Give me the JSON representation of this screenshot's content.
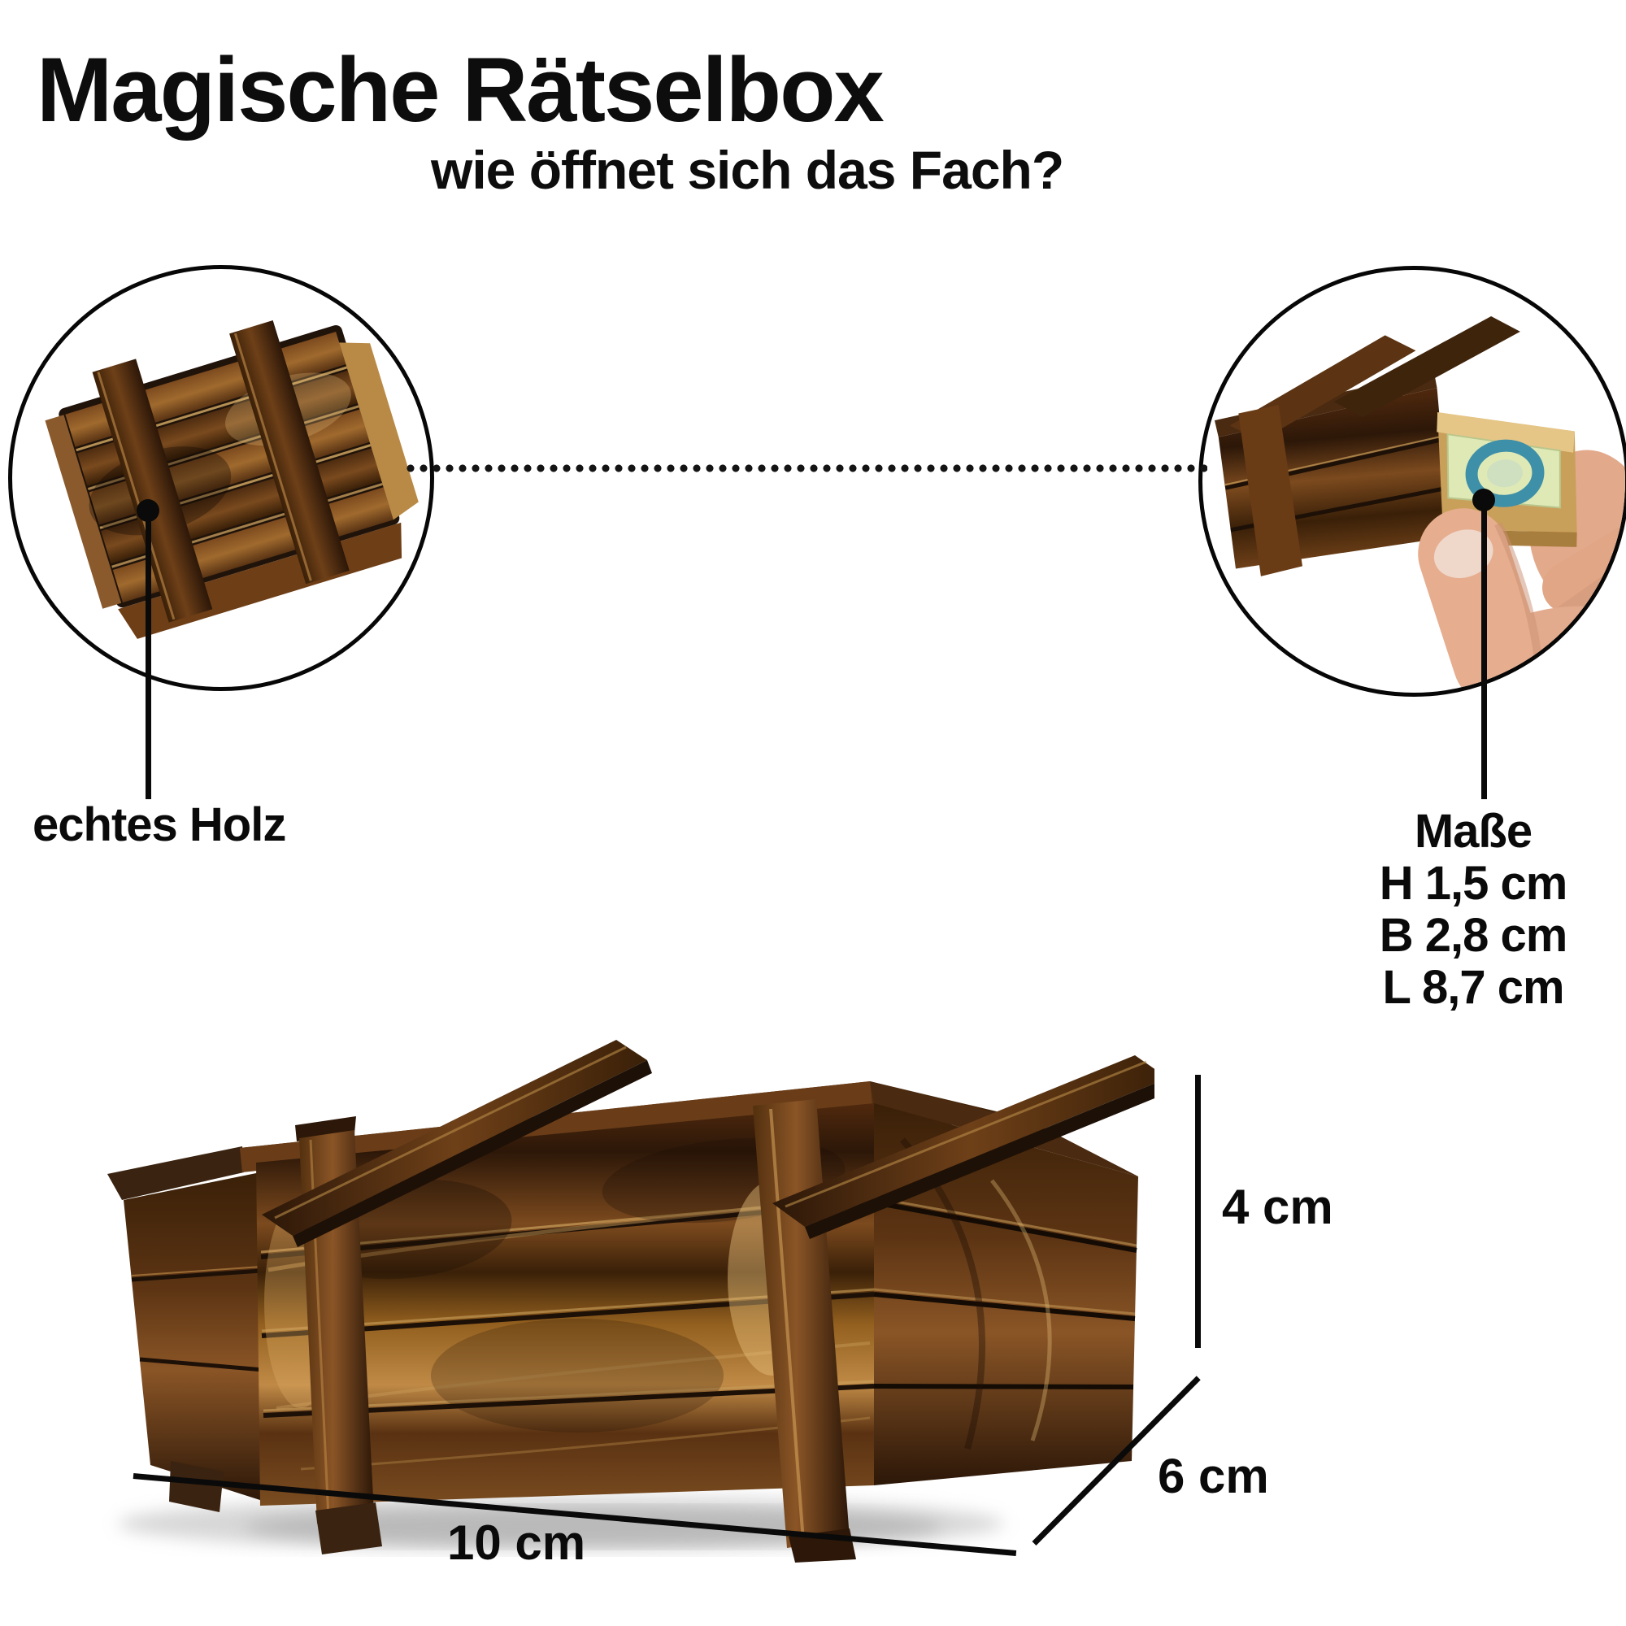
{
  "header": {
    "title": "Magische Rätselbox",
    "subtitle": "wie öffnet sich das Fach?"
  },
  "callouts": {
    "material": {
      "label": "echtes Holz"
    },
    "measurements": {
      "heading": "Maße",
      "lines": [
        "H 1,5 cm",
        "B 2,8 cm",
        "L 8,7 cm"
      ]
    }
  },
  "dimensions": {
    "height": "4 cm",
    "depth": "6 cm",
    "width": "10 cm"
  },
  "colors": {
    "background": "#ffffff",
    "ink": "#0a0a0a",
    "wood_dark": "#2c1708",
    "wood_mid": "#6e4018",
    "wood_light": "#c8914c",
    "wood_highlight": "#e9c27c",
    "drawer_wood": "#c9a05a",
    "banknote_green": "#dfe9b6",
    "banknote_ring_teal": "#3e8fa8",
    "skin": "#e6ad8e",
    "shadow_gray": "#c2c2c2"
  }
}
